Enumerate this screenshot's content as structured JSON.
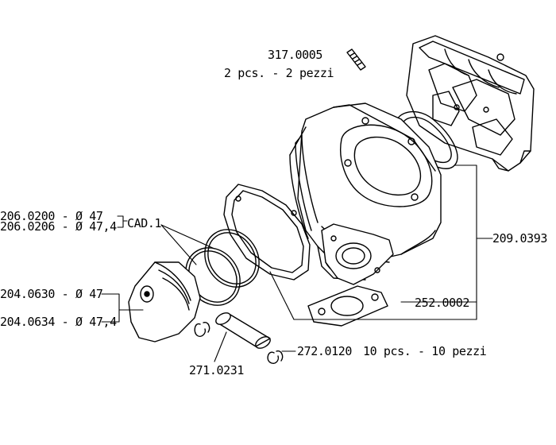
{
  "labels": {
    "stud_code": "317.0005",
    "stud_qty": "2 pcs. - 2 pezzi",
    "ring_a": "206.0200 - Ø 47",
    "ring_b": "206.0206 - Ø 47,4",
    "ring_qty": "CAD.1",
    "piston_a": "204.0630 - Ø 47",
    "piston_b": "204.0634 - Ø 47,4",
    "pin": "271.0231",
    "clip_code": "272.0120",
    "clip_qty": "10 pcs. - 10 pezzi",
    "gaskets": "252.0002",
    "cylinder_kit": "209.0393"
  }
}
